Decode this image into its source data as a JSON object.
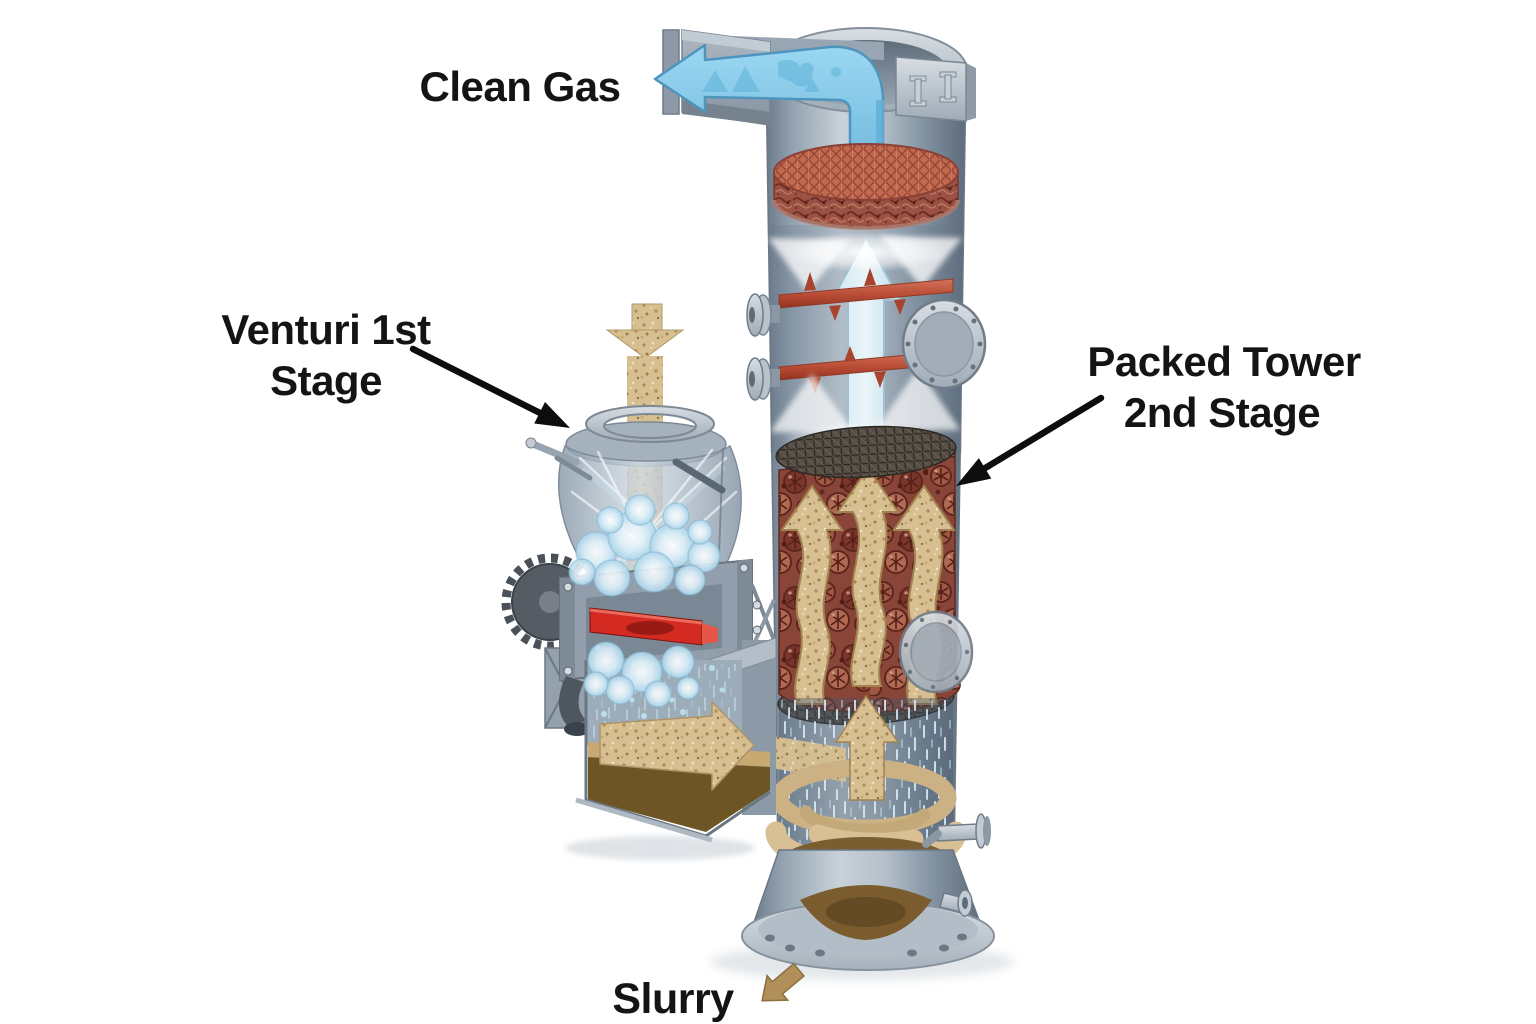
{
  "page": {
    "background": "#ffffff"
  },
  "labels": {
    "clean_gas": {
      "text": "Clean Gas"
    },
    "venturi": {
      "line1": "Venturi 1st",
      "line2": "Stage"
    },
    "packed_tower": {
      "line1": "Packed Tower",
      "line2": "2nd Stage"
    },
    "slurry": {
      "text": "Slurry"
    }
  },
  "colors": {
    "label_text": "#141414",
    "annotation_arrow": "#0d0d0d",
    "clean_gas_arrow": "#85cbe9",
    "gas_riser_arrow": "#dcedf4",
    "process_gas_arrow": "#d7bf92",
    "slurry_liquid": "#7a5e30",
    "sump_liquid": "#6e5526",
    "mist_eliminator_top": "#c2684e",
    "mist_eliminator_side": "#9b5143",
    "packing_media": "#8a4539",
    "spray_header": "#bc4f38",
    "venturi_throat": "#d32b22",
    "vessel_steel": "#a9b6c2",
    "foam": "#bfe2f2"
  }
}
